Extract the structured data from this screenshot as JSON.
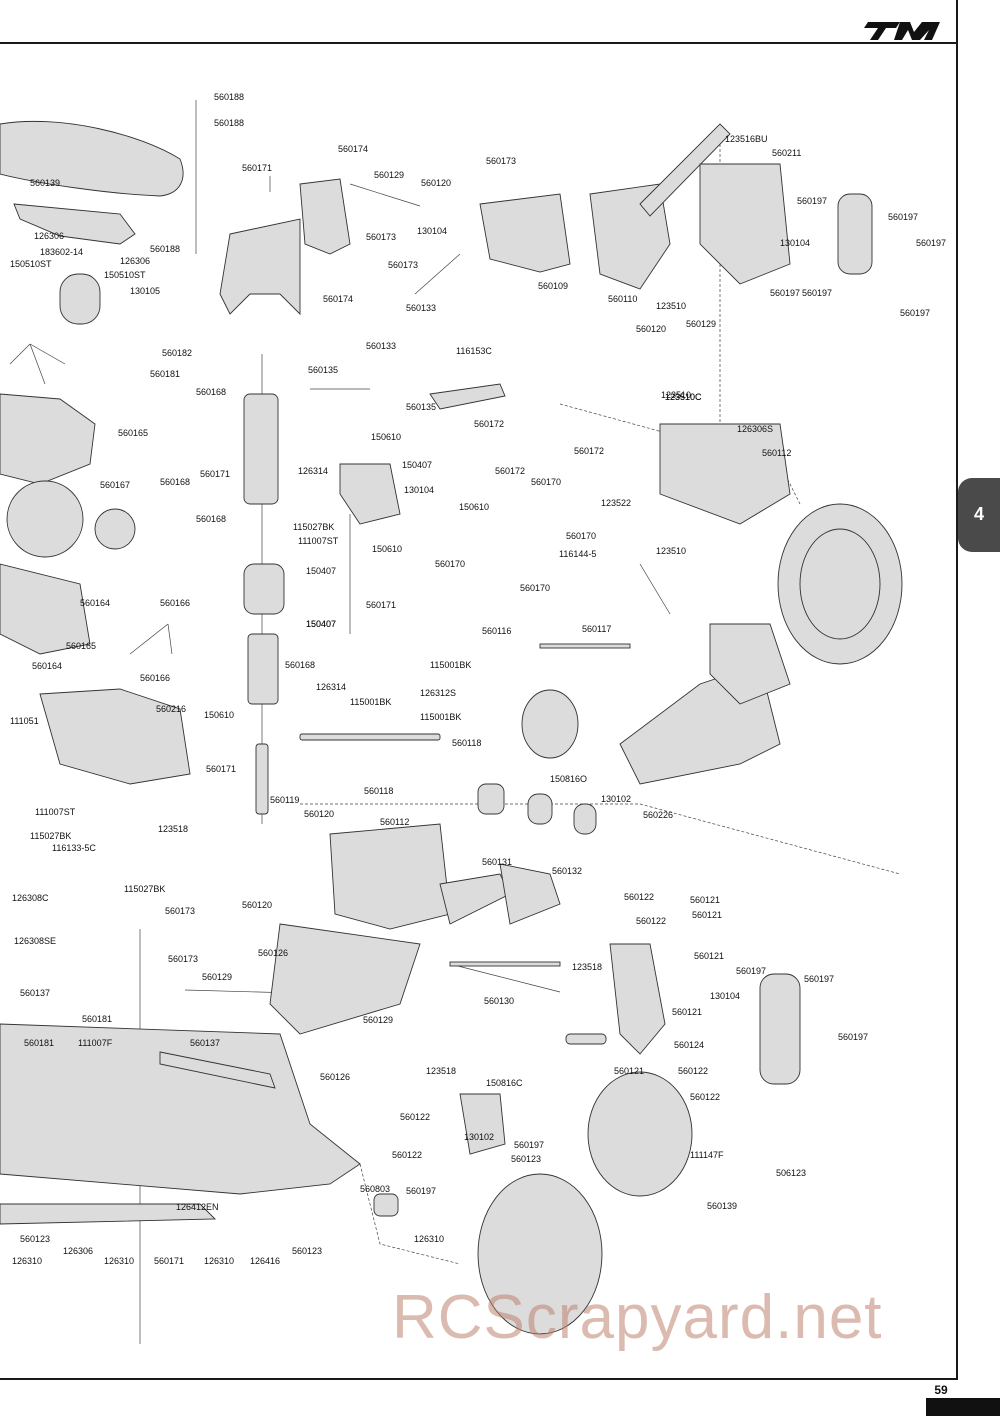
{
  "page_number": "59",
  "chapter_tab": "4",
  "watermark": "RCScrapyard.net",
  "logo_icon": "tm-logo-icon",
  "colors": {
    "accent": "#4a4a4a",
    "line": "#333333",
    "part": "#d9d9d9",
    "watermark": "#be826e"
  },
  "labels": [
    "560188",
    "560188",
    "560174",
    "560171",
    "560129",
    "560120",
    "560173",
    "123516BU",
    "560211",
    "560139",
    "126306",
    "126306",
    "560188",
    "130104",
    "560173",
    "560197",
    "560197",
    "130104",
    "560197",
    "560197",
    "183602-14",
    "150510ST",
    "150510ST",
    "560173",
    "560109",
    "560110",
    "123510",
    "560197",
    "560197",
    "130105",
    "560174",
    "560133",
    "123510",
    "560129",
    "560120",
    "123510C",
    "560182",
    "560181",
    "560133",
    "116153C",
    "560135",
    "560135",
    "560168",
    "560172",
    "123510C",
    "126306S",
    "560112",
    "560171",
    "126314",
    "150610",
    "150407",
    "560172",
    "130104",
    "560168",
    "150610",
    "560167",
    "560172",
    "560170",
    "123522",
    "560165",
    "560168",
    "115027BK",
    "111007ST",
    "150407",
    "150610",
    "560170",
    "116144-5",
    "123510",
    "560170",
    "560170",
    "560164",
    "560166",
    "150407",
    "560171",
    "560168",
    "150407",
    "560116",
    "560117",
    "560165",
    "560164",
    "560166",
    "115001BK",
    "126314",
    "115001BK",
    "126312S",
    "560216",
    "115001BK",
    "111051",
    "150610",
    "560118",
    "560171",
    "150816O",
    "560118",
    "130102",
    "111007ST",
    "560119",
    "560120",
    "560112",
    "560226",
    "115027BK",
    "123518",
    "116133-5C",
    "560131",
    "560132",
    "115027BK",
    "560122",
    "560121",
    "126308C",
    "560173",
    "560122",
    "560121",
    "560120",
    "126308SE",
    "560126",
    "123518",
    "560121",
    "560173",
    "560129",
    "560197",
    "560197",
    "560130",
    "130104",
    "560137",
    "560181",
    "560129",
    "560121",
    "560197",
    "560181",
    "111007F",
    "560137",
    "560124",
    "560126",
    "123518",
    "150816C",
    "560121",
    "560122",
    "560122",
    "560122",
    "560122",
    "130102",
    "111147F",
    "560197",
    "560197",
    "560123",
    "506123",
    "560803",
    "560139",
    "126412EN",
    "560123",
    "126310",
    "126310",
    "126306",
    "126310",
    "560171",
    "126310",
    "126416",
    "560123"
  ]
}
